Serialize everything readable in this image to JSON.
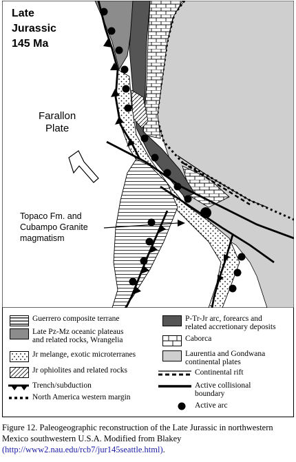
{
  "map": {
    "title_lines": [
      "Late",
      "Jurassic",
      "145 Ma"
    ],
    "plate_label_lines": [
      "Farallon",
      "Plate"
    ],
    "annotation_lines": [
      "Topaco Fm. and",
      "Cubampo Granite",
      "magmatism"
    ]
  },
  "legend": {
    "guerrero": "Guerrero composite terrane",
    "late_pz_mz": "Late Pz-Mz oceanic plateaus\nand related rocks, Wrangelia",
    "jr_melange": "Jr melange, exotic microterranes",
    "jr_ophiolites": "Jr ophiolites and related rocks",
    "trench": "Trench/subduction",
    "na_margin": "North America western margin",
    "p_tr_jr_arc": "P-Tr-Jr arc, forearcs and\nrelated accretionary deposits",
    "caborca": "Caborca",
    "laurentia": "Laurentia and Gondwana\ncontinental plates",
    "rift": "Continental rift",
    "collisional": "Active collisional\nboundary",
    "active_arc": "Active arc"
  },
  "caption": {
    "text": "Figure 12. Paleogeographic reconstruction of the Late Jurassic in northwestern Mexico southwestern U.S.A. Modified from Blakey",
    "url": "(http://www2.nau.edu/rcb7/jur145seattle.html)",
    "end": "."
  },
  "colors": {
    "dark_gray": "#555555",
    "mid_gray": "#8c8c8c",
    "light_gray": "#cfcfcf"
  }
}
